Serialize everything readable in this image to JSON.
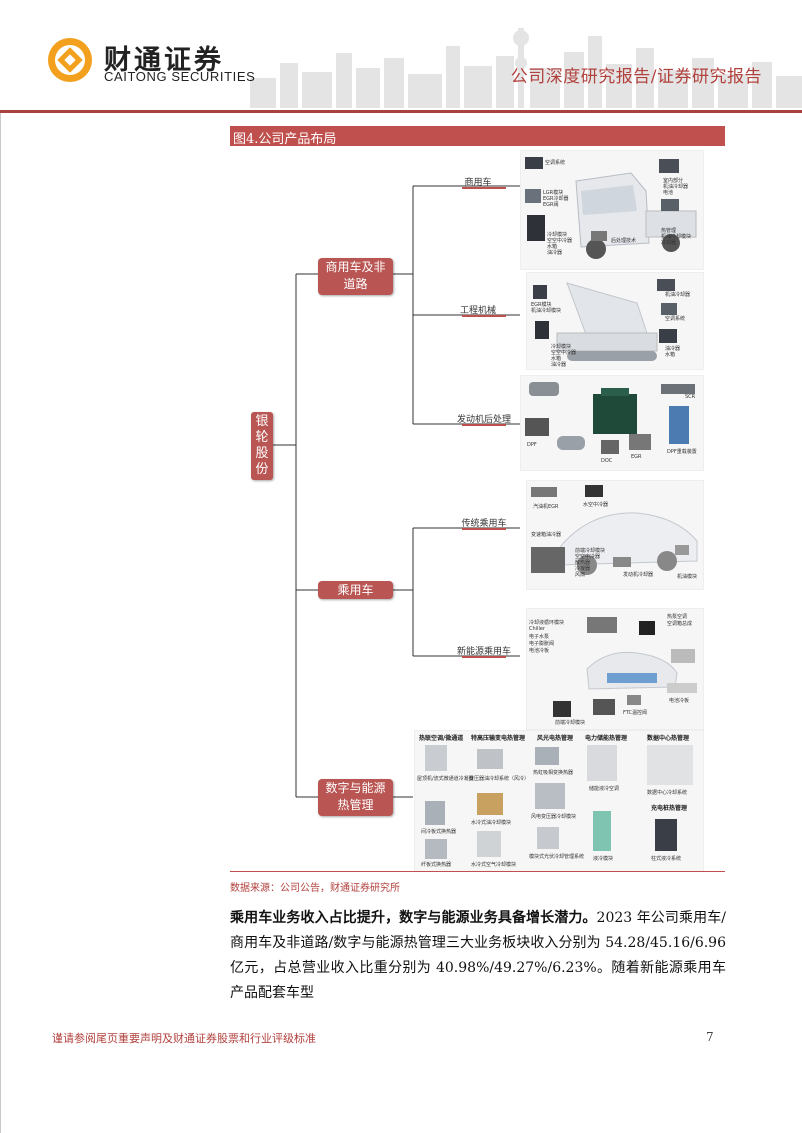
{
  "header": {
    "logo_cn": "财通证券",
    "logo_en": "CAITONG SECURITIES",
    "report_type": "公司深度研究报告/证券研究报告"
  },
  "figure": {
    "title": "图4.公司产品布局",
    "root": [
      "银",
      "轮",
      "股",
      "份"
    ],
    "categories": [
      {
        "line1": "商用车及非",
        "line2": "道路"
      },
      {
        "line1": "乘用车",
        "line2": ""
      },
      {
        "line1": "数字与能源",
        "line2": "热管理"
      }
    ],
    "leaves": [
      "商用车",
      "工程机械",
      "发动机后处理",
      "传统乘用车",
      "新能源乘用车"
    ],
    "digital_heads": [
      "热联空调/微通道",
      "特高压输变电热管理",
      "风光电热管理",
      "电力储能热管理",
      "数据中心热管理"
    ],
    "panel_labels": {
      "commercial": [
        "空调系统",
        "LGR模块",
        "EGR冷却器",
        "EGR阀",
        "冷却模块",
        "空空中冷器",
        "水箱",
        "油冷器",
        "后处理技术",
        "室内部分",
        "机油冷却器",
        "电池",
        "热管理",
        "机油冷却模块",
        "冷却器"
      ],
      "engineering": [
        "EGR模块",
        "机油冷却模块",
        "冷却模块",
        "空空中冷器",
        "水箱",
        "油冷器",
        "机油冷却器",
        "空调系统",
        "油冷器",
        "水箱"
      ],
      "aftertreat": [
        "SCR",
        "DPF",
        "DOC",
        "EGR",
        "DPF重载装置"
      ],
      "passenger": [
        "汽油机EGR",
        "水空中冷器",
        "变速箱油冷器",
        "前端冷却模块",
        "空空中冷器",
        "散热器",
        "冷凝器",
        "风扇",
        "发动机冷却器",
        "机油模块"
      ],
      "nev": [
        "冷却液循环模块",
        "Chiller",
        "电子水泵",
        "电子膨胀阀",
        "电池冷板",
        "热泵空调",
        "空调箱总成",
        "前端冷却模块",
        "FTC温控阀",
        "电池冷板"
      ],
      "digital": [
        "屋顶机/流式微通道冷凝器",
        "间冷板式换热器",
        "纤板式换热器",
        "变压器油冷却系统（风冷）",
        "水冷式油冷却模块",
        "水冷式空气冷却模块",
        "热虹吸相变换热器",
        "风电变压器冷却模块",
        "模块式光伏冷却管理系统",
        "储能液冷空调",
        "液冷模块",
        "数据中心冷却系统",
        "充电桩热管理",
        "柱式液冷系统"
      ]
    }
  },
  "source": "数据来源：公司公告，财通证券研究所",
  "paragraph": {
    "lead": "乘用车业务收入占比提升，数字与能源业务具备增长潜力。",
    "body": "2023 年公司乘用车/商用车及非道路/数字与能源热管理三大业务板块收入分别为 54.28/45.16/6.96 亿元，占总营业收入比重分别为 40.98%/49.27%/6.23%。随着新能源乘用车产品配套车型"
  },
  "footer": {
    "disclaimer": "谨请参阅尾页重要声明及财通证券股票和行业评级标准",
    "page": "7"
  },
  "colors": {
    "accent": "#c0504d",
    "node": "#b95552",
    "text": "#222222"
  }
}
